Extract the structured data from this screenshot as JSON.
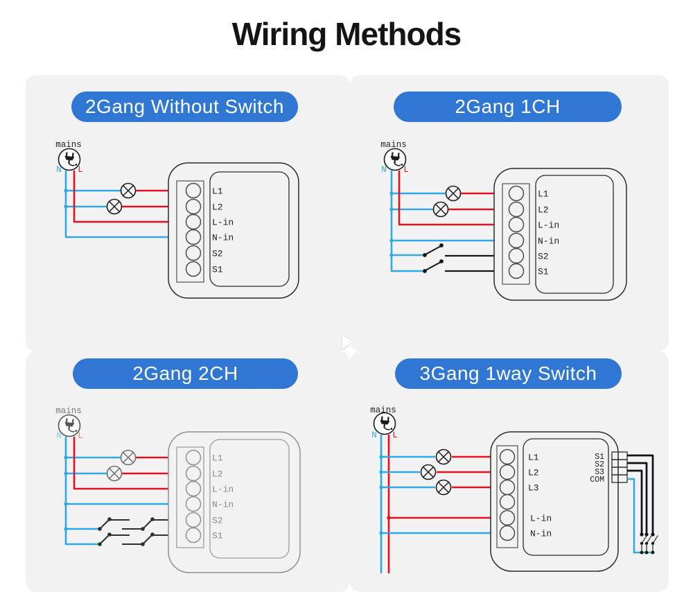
{
  "title": "Wiring Methods",
  "colors": {
    "accent_blue": "#2f77d3",
    "wire_neutral_blue": "#33a8e0",
    "wire_live_red": "#e3101e",
    "wire_switch_black": "#151515",
    "panel_background": "#f2f2f3"
  },
  "carousel": {
    "next_icon": "right-triangle"
  },
  "panels": [
    {
      "title": "2Gang Without Switch",
      "mains_label": "mains",
      "neutral_label": "N",
      "live_label": "L",
      "terminals": [
        "L1",
        "L2",
        "L-in",
        "N-in",
        "S2",
        "S1"
      ]
    },
    {
      "title": "2Gang 1CH",
      "mains_label": "mains",
      "neutral_label": "N",
      "live_label": "L",
      "terminals": [
        "L1",
        "L2",
        "L-in",
        "N-in",
        "S2",
        "S1"
      ]
    },
    {
      "title": "2Gang 2CH",
      "mains_label": "mains",
      "neutral_label": "N",
      "live_label": "L",
      "terminals": [
        "L1",
        "L2",
        "L-in",
        "N-in",
        "S2",
        "S1"
      ]
    },
    {
      "title": "3Gang 1way Switch",
      "mains_label": "mains",
      "neutral_label": "N",
      "live_label": "L",
      "terminals": [
        "L1",
        "L2",
        "L3",
        "",
        "L-in",
        "N-in"
      ],
      "switch_labels": [
        "S1",
        "S2",
        "S3",
        "COM"
      ]
    }
  ]
}
